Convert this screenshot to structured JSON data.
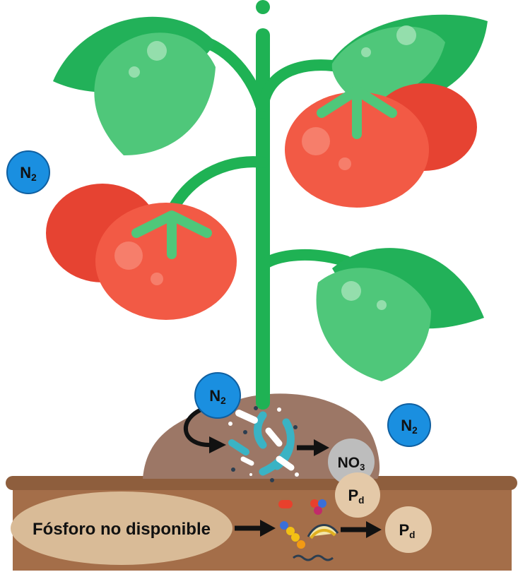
{
  "labels": {
    "n2_left": {
      "main": "N",
      "sub": "2"
    },
    "n2_mound": {
      "main": "N",
      "sub": "2"
    },
    "n2_right": {
      "main": "N",
      "sub": "2"
    },
    "no3": {
      "main": "NO",
      "sub": "3"
    },
    "pd_top": {
      "main": "P",
      "sub": "d"
    },
    "pd_right": {
      "main": "P",
      "sub": "d"
    },
    "unavailable_phosphorus": "Fósforo no disponible"
  },
  "colors": {
    "stem": "#1fb254",
    "leaf_dark": "#22b159",
    "leaf_light": "#4fc77a",
    "tomato_back": "#e64332",
    "tomato_front": "#f25a45",
    "soil": "#a46e49",
    "soil_edge": "#8e5e3d",
    "mound": "#9c7766",
    "oval": "#d9bb97",
    "n2_bubble": "#1a8fe0",
    "no3_bubble": "#bdbdbd",
    "pd_bubble": "#e4c9a8"
  }
}
